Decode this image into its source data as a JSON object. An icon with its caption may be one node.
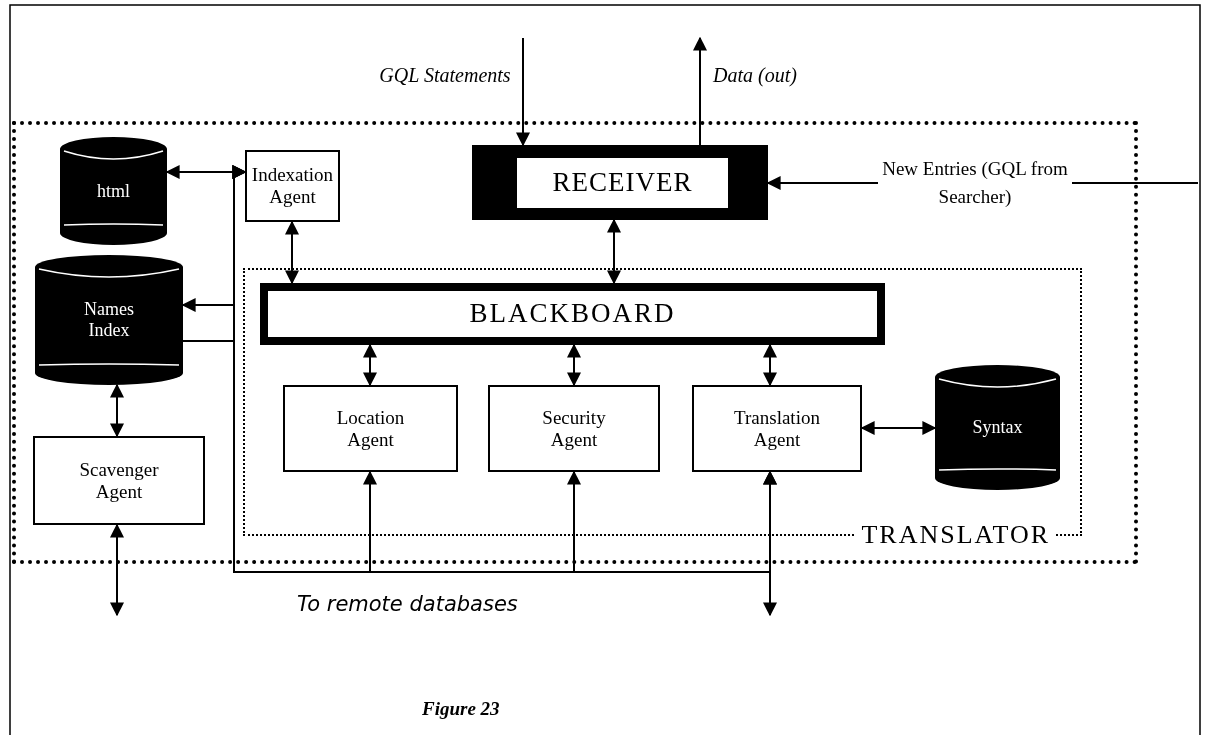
{
  "diagram": {
    "caption": "Figure 23",
    "nodes": [
      {
        "text": [],
        "shape": "box"
      },
      {
        "text": [
          "html"
        ],
        "in": 0
      },
      {
        "text": [
          "Names Index"
        ],
        "in": 0
      },
      {
        "text": [
          "Scavenger Agent"
        ],
        "in": 0
      },
      {
        "text": [
          "Indexation Agent"
        ],
        "in": 0
      },
      {
        "text": [
          "RECEIVER"
        ],
        "in": 0
      },
      {
        "text": [
          "TRANSLATOR"
        ],
        "in": 0
      },
      {
        "text": [
          "BLACKBOARD"
        ],
        "in": 6
      },
      {
        "text": [
          "Location Agent"
        ],
        "in": 6
      },
      {
        "text": [
          "Security Agent"
        ],
        "in": 6
      },
      {
        "text": [
          "Translation Agent"
        ],
        "in": 6
      },
      {
        "text": [
          "Syntax"
        ],
        "in": 6
      }
    ],
    "edges": [
      {
        "from": null,
        "to": 5,
        "arrow": "to",
        "label": "GQL Statements"
      },
      {
        "from": 5,
        "to": null,
        "arrow": "to",
        "label": "Data (out)"
      },
      {
        "from": null,
        "to": 5,
        "arrow": "to",
        "label": "New Entries (GQL from Searcher)"
      },
      {
        "from": 5,
        "to": 7,
        "arrow": "both"
      },
      {
        "from": 4,
        "to": 7,
        "arrow": "both"
      },
      {
        "from": 4,
        "to": 1,
        "arrow": "to"
      },
      {
        "from": 4,
        "to": 2,
        "arrow": "to"
      },
      {
        "from": 2,
        "to": 4,
        "arrow": "to"
      },
      {
        "from": 7,
        "to": 8,
        "arrow": "both"
      },
      {
        "from": 7,
        "to": 9,
        "arrow": "both"
      },
      {
        "from": 7,
        "to": 10,
        "arrow": "both"
      },
      {
        "from": 10,
        "to": 11,
        "arrow": "both"
      },
      {
        "from": 2,
        "to": 3,
        "arrow": "both"
      },
      {
        "from": 3,
        "to": null,
        "arrow": "both"
      },
      {
        "from": 10,
        "to": null,
        "arrow": "both"
      },
      {
        "from": 8,
        "to": 4,
        "arrow": "both"
      },
      {
        "from": 9,
        "to": 4,
        "arrow": "both"
      },
      {
        "from": 4,
        "to": 10,
        "arrow": "to"
      }
    ],
    "labels": [
      "To remote databases"
    ]
  }
}
